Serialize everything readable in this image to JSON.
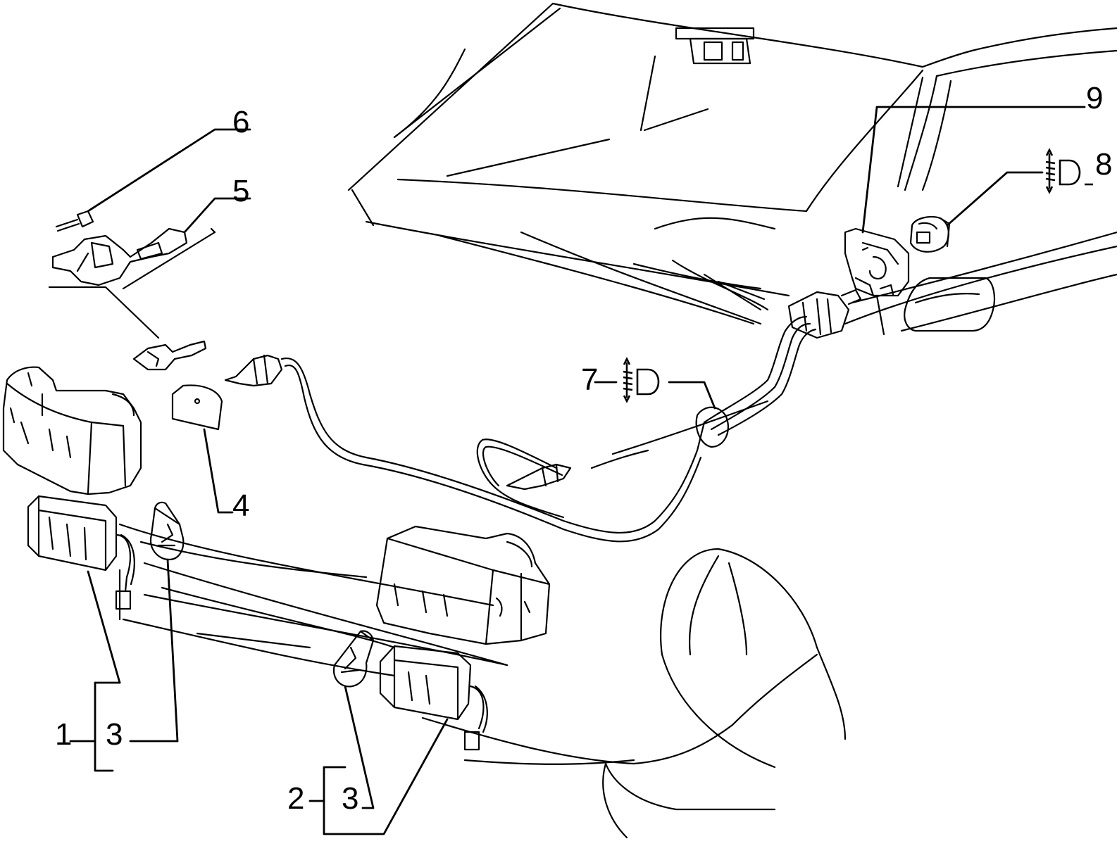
{
  "callouts": {
    "c1": "1",
    "c2": "2",
    "c3a": "3",
    "c3b": "3",
    "c4": "4",
    "c5": "5",
    "c6": "6",
    "c7": "7",
    "c8": "8",
    "c9": "9"
  },
  "colors": {
    "ink": "#000000",
    "paper": "#ffffff"
  },
  "icons": {
    "headlamp_leveling_symbol": "headlamp-leveling-icon"
  }
}
